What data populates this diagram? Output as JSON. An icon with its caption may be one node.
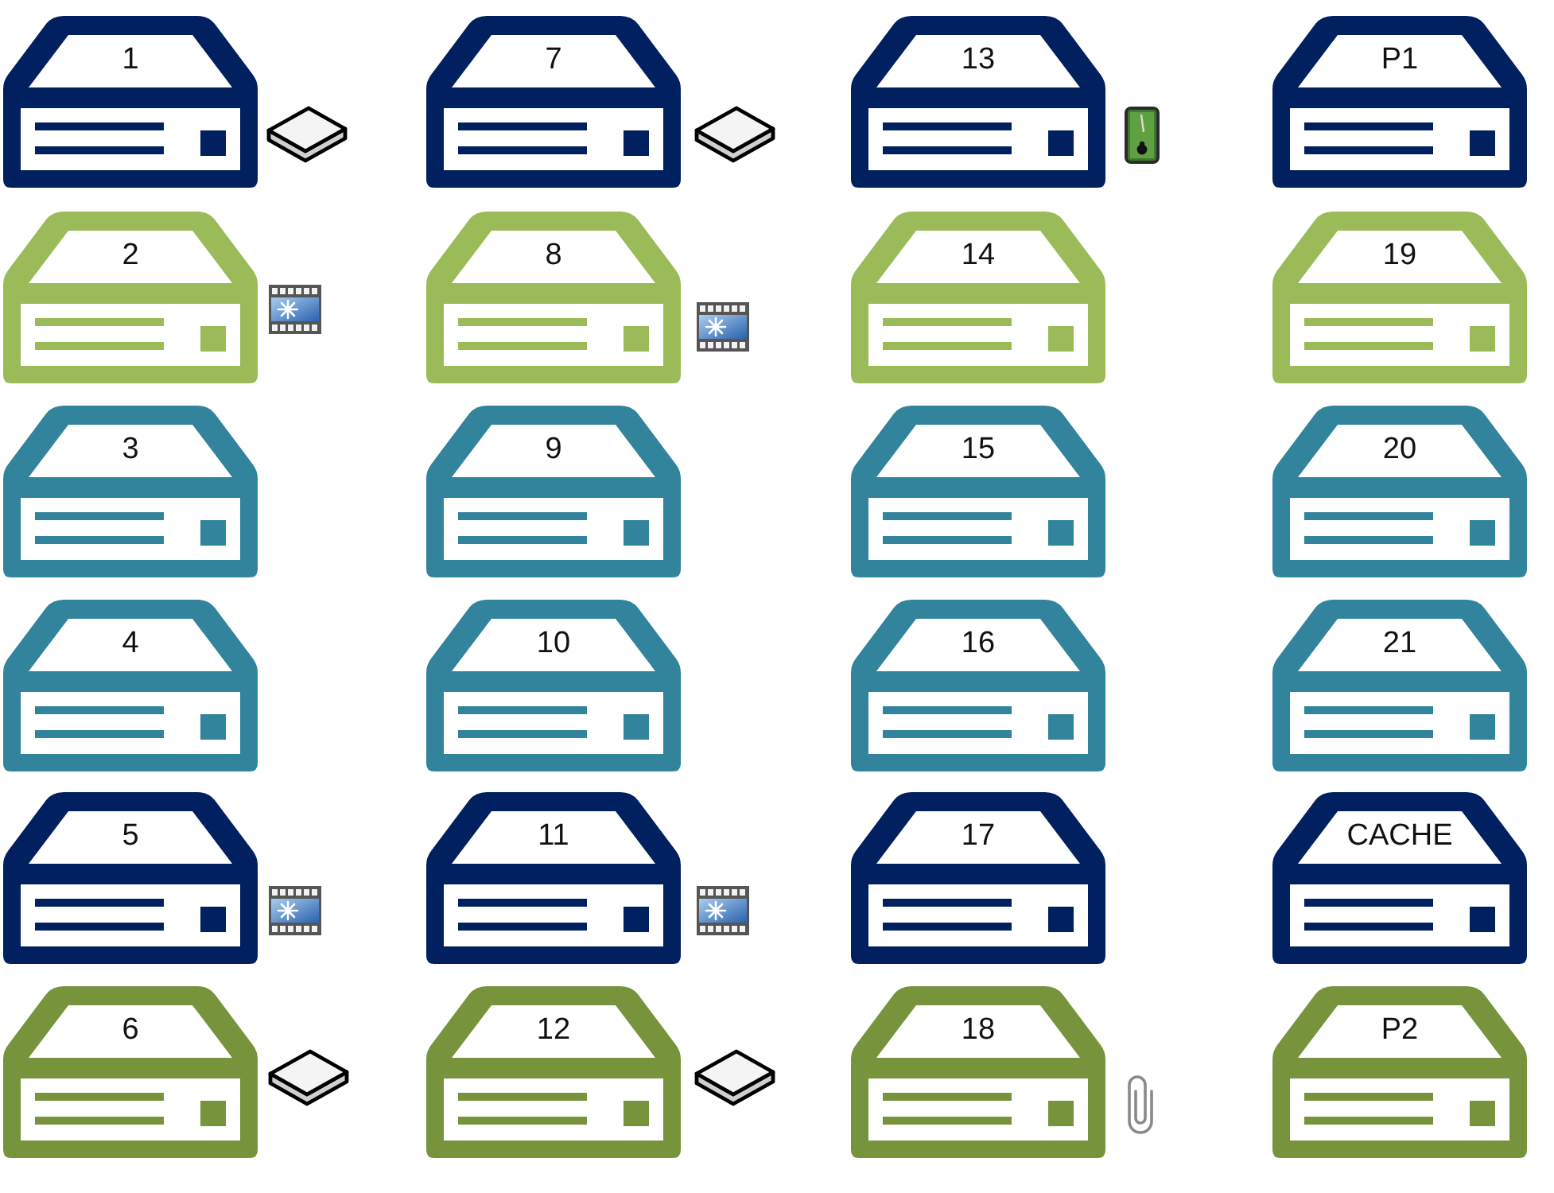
{
  "diagram": {
    "nodes": [
      {
        "text": [
          "1"
        ]
      },
      {
        "text": [
          "7"
        ]
      },
      {
        "text": [
          "13"
        ]
      },
      {
        "text": [
          "P1"
        ]
      },
      {
        "text": [
          "2"
        ]
      },
      {
        "text": [
          "8"
        ]
      },
      {
        "text": [
          "14"
        ]
      },
      {
        "text": [
          "19"
        ]
      },
      {
        "text": [
          "3"
        ]
      },
      {
        "text": [
          "9"
        ]
      },
      {
        "text": [
          "15"
        ]
      },
      {
        "text": [
          "20"
        ]
      },
      {
        "text": [
          "4"
        ]
      },
      {
        "text": [
          "10"
        ]
      },
      {
        "text": [
          "16"
        ]
      },
      {
        "text": [
          "21"
        ]
      },
      {
        "text": [
          "5"
        ]
      },
      {
        "text": [
          "11"
        ]
      },
      {
        "text": [
          "17"
        ]
      },
      {
        "text": [
          "CACHE"
        ]
      },
      {
        "text": [
          "6"
        ]
      },
      {
        "text": [
          "12"
        ]
      },
      {
        "text": [
          "18"
        ]
      },
      {
        "text": [
          "P2"
        ]
      }
    ]
  }
}
